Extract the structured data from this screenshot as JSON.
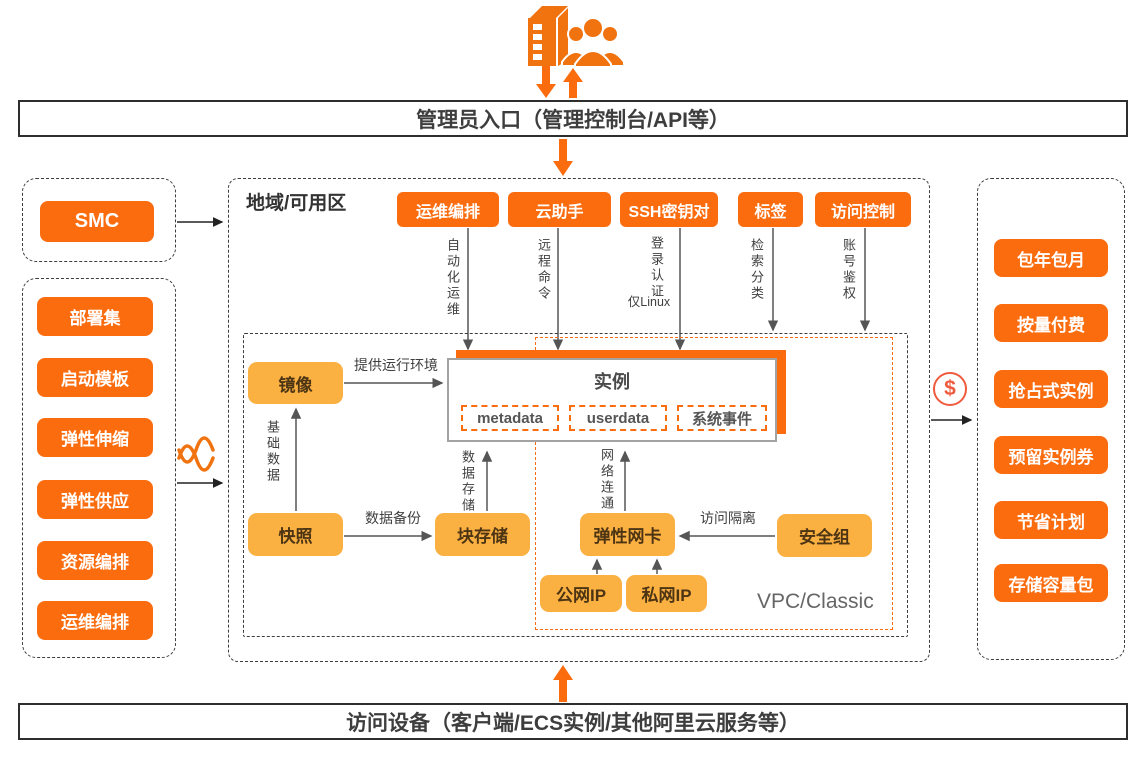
{
  "colors": {
    "orange": "#fb6c0f",
    "amber": "#fbb042",
    "dollar_red": "#ef5b3e",
    "line_gray": "#555555",
    "text_dark": "#3d3d3d"
  },
  "top": {
    "icon": "admin-users-building-icon",
    "banner": "管理员入口（管理控制台/API等）"
  },
  "bottom": {
    "banner": "访问设备（客户端/ECS实例/其他阿里云服务等）"
  },
  "left_panel": {
    "smc": "SMC",
    "items": [
      "部署集",
      "启动模板",
      "弹性伸缩",
      "弹性供应",
      "资源编排",
      "运维编排"
    ]
  },
  "region": {
    "label": "地域/可用区",
    "top_services": [
      {
        "label": "运维编排",
        "note": "自动化运维"
      },
      {
        "label": "云助手",
        "note": "远程命令"
      },
      {
        "label": "SSH密钥对",
        "note": "登录认证",
        "note2": "仅Linux"
      },
      {
        "label": "标签",
        "note": "检索分类"
      },
      {
        "label": "访问控制",
        "note": "账号鉴权"
      }
    ],
    "instance": {
      "title": "实例",
      "children": [
        "metadata",
        "userdata",
        "系统事件"
      ]
    },
    "nodes": {
      "image": "镜像",
      "snapshot": "快照",
      "block_storage": "块存储",
      "eni": "弹性网卡",
      "public_ip": "公网IP",
      "private_ip": "私网IP",
      "security_group": "安全组"
    },
    "edges": {
      "provide_env": "提供运行环境",
      "base_data": "基础数据",
      "data_backup": "数据备份",
      "data_storage": "数据存储",
      "network_connect": "网络连通",
      "access_isolation": "访问隔离"
    },
    "network_label": "VPC/Classic"
  },
  "billing": {
    "dollar": "$",
    "items": [
      "包年包月",
      "按量付费",
      "抢占式实例",
      "预留实例券",
      "节省计划",
      "存储容量包"
    ]
  }
}
